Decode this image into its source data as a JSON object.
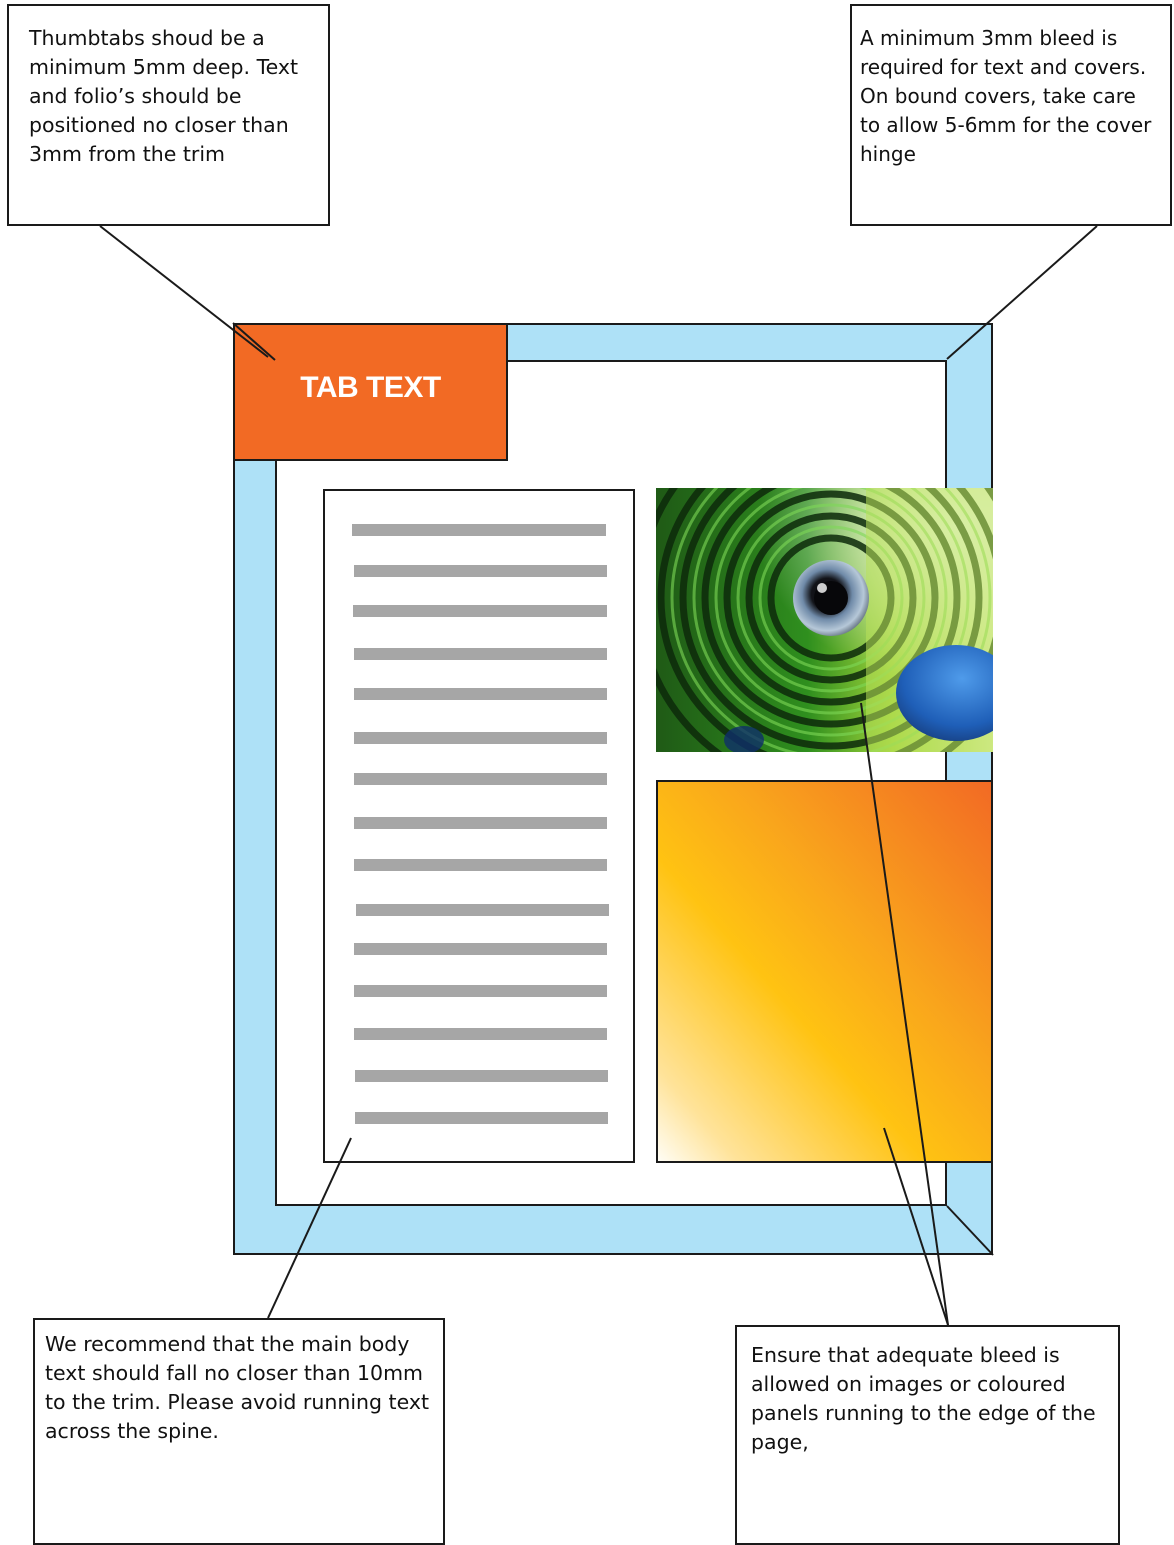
{
  "notes": {
    "thumbtabs": "Thumbtabs shoud be a minimum 5mm deep. Text and folio’s should be positioned no closer than 3mm from the trim",
    "bleed": "A minimum 3mm bleed is required for text and covers. On bound covers, take care to allow 5-6mm for the cover hinge",
    "body_text": "We recommend that the main body text should fall no closer than 10mm to the trim. Please avoid running text across the spine.",
    "images": "Ensure that adequate bleed is allowed on images or coloured panels running to the edge of the page,"
  },
  "tab": {
    "label": "TAB TEXT"
  },
  "colors": {
    "bleed_area": "#aee1f7",
    "tab": "#f26a24",
    "text_placeholder": "#a6a6a6",
    "panel_gradient": [
      "#fffdf5",
      "#ffc312",
      "#f26a24"
    ]
  },
  "text_block": {
    "placeholder_line_count": 15
  },
  "photo": {
    "subject": "parrot-eye-closeup"
  }
}
